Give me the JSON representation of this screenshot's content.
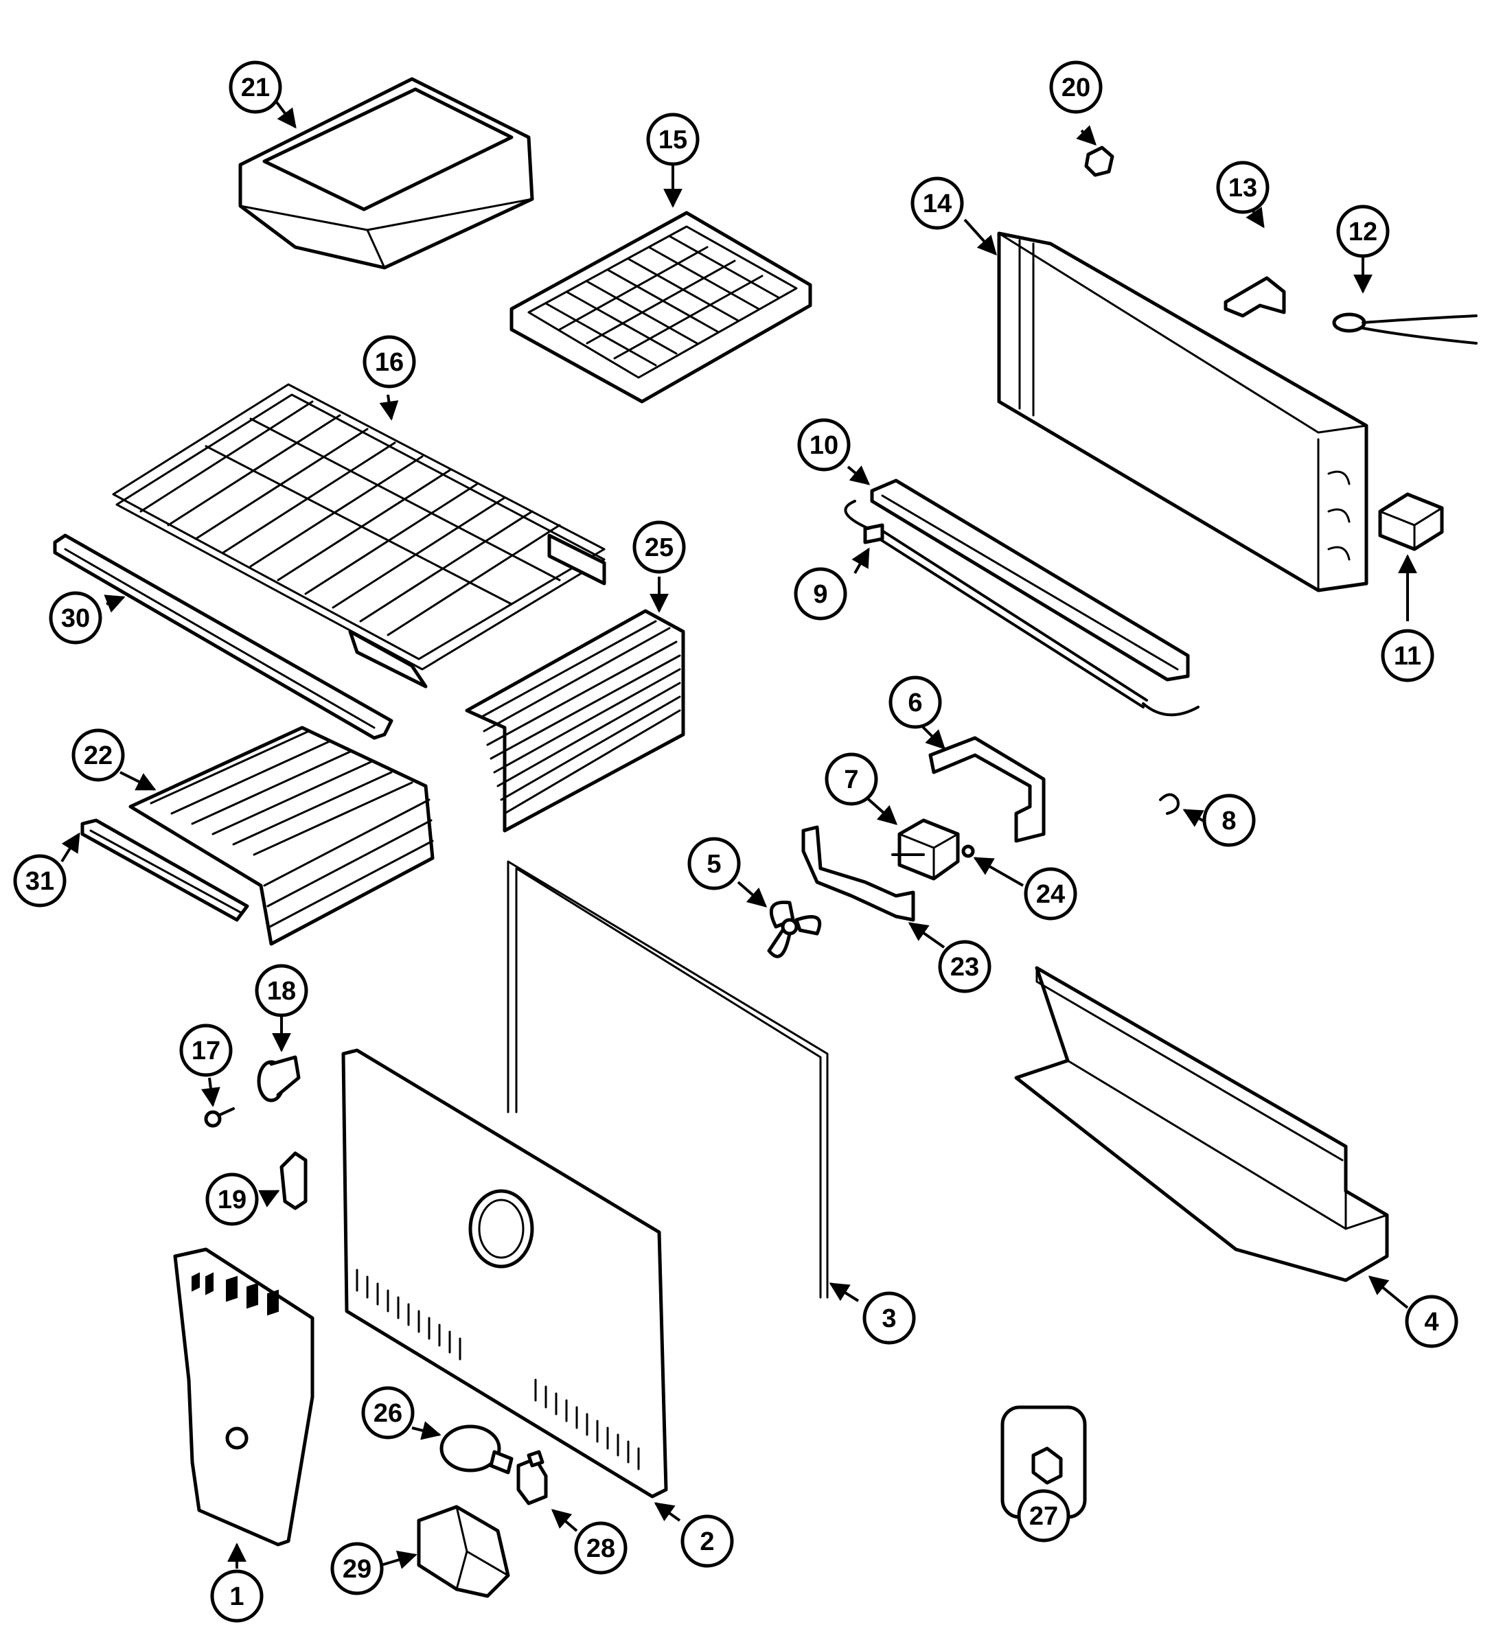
{
  "colors": {
    "ink": "#000000",
    "paper": "#ffffff"
  },
  "callouts": [
    {
      "id": "1",
      "label": "1"
    },
    {
      "id": "2",
      "label": "2"
    },
    {
      "id": "3",
      "label": "3"
    },
    {
      "id": "4",
      "label": "4"
    },
    {
      "id": "5",
      "label": "5"
    },
    {
      "id": "6",
      "label": "6"
    },
    {
      "id": "7",
      "label": "7"
    },
    {
      "id": "8",
      "label": "8"
    },
    {
      "id": "9",
      "label": "9"
    },
    {
      "id": "10",
      "label": "10"
    },
    {
      "id": "11",
      "label": "11"
    },
    {
      "id": "12",
      "label": "12"
    },
    {
      "id": "13",
      "label": "13"
    },
    {
      "id": "14",
      "label": "14"
    },
    {
      "id": "15",
      "label": "15"
    },
    {
      "id": "16",
      "label": "16"
    },
    {
      "id": "17",
      "label": "17"
    },
    {
      "id": "18",
      "label": "18"
    },
    {
      "id": "19",
      "label": "19"
    },
    {
      "id": "20",
      "label": "20"
    },
    {
      "id": "21",
      "label": "21"
    },
    {
      "id": "22",
      "label": "22"
    },
    {
      "id": "23",
      "label": "23"
    },
    {
      "id": "24",
      "label": "24"
    },
    {
      "id": "25",
      "label": "25"
    },
    {
      "id": "26",
      "label": "26"
    },
    {
      "id": "27",
      "label": "27"
    },
    {
      "id": "28",
      "label": "28"
    },
    {
      "id": "29",
      "label": "29"
    },
    {
      "id": "30",
      "label": "30"
    },
    {
      "id": "31",
      "label": "31"
    }
  ]
}
